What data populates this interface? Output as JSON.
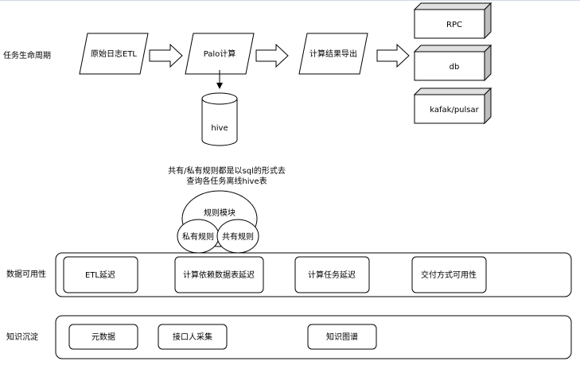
{
  "row_labels": {
    "lifecycle": "任务生命周期",
    "availability": "数据可用性",
    "knowledge": "知识沉淀"
  },
  "flow": {
    "etl": "原始日志ETL",
    "palo": "Palo计算",
    "export": "计算结果导出"
  },
  "storage": {
    "hive": "hive"
  },
  "outputs": {
    "rpc": "RPC",
    "db": "db",
    "kafka": "kafak/pulsar"
  },
  "rules": {
    "note_line1": "共有/私有规则都是以sql的形式去",
    "note_line2": "查询各任务离线hive表",
    "module": "规则模块",
    "private": "私有规则",
    "shared": "共有规则"
  },
  "availability_items": [
    "ETL延迟",
    "计算依赖数据表延迟",
    "计算任务延迟",
    "交付方式可用性"
  ],
  "knowledge_items": [
    "元数据",
    "接口人采集",
    "知识图谱"
  ]
}
